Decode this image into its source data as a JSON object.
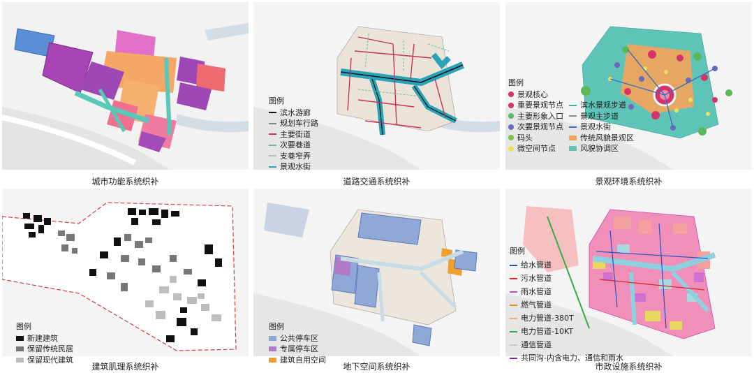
{
  "panels": [
    {
      "caption": "城市功能系统织补"
    },
    {
      "caption": "道路交通系统织补",
      "legend": {
        "title": "图例",
        "items": [
          {
            "label": "滨水游廊",
            "color": "#111111",
            "kind": "line"
          },
          {
            "label": "规划车行路",
            "color": "#888888",
            "kind": "line"
          },
          {
            "label": "主要街道",
            "color": "#c8325a",
            "kind": "line"
          },
          {
            "label": "次要巷道",
            "color": "#6fbf8a",
            "kind": "dash"
          },
          {
            "label": "支巷窄弄",
            "color": "#bbbbbb",
            "kind": "line"
          },
          {
            "label": "景观水街",
            "color": "#2aa3b8",
            "kind": "line"
          }
        ]
      }
    },
    {
      "caption": "景观环境系统织补",
      "legend": {
        "title": "图例",
        "items": [
          {
            "label": "景观核心",
            "color": "#d6336c",
            "kind": "dot"
          },
          {
            "label": "滨水景观步道",
            "color": "#3cb09a",
            "kind": "line"
          },
          {
            "label": "重要景观节点",
            "color": "#d6336c",
            "kind": "dot"
          },
          {
            "label": "景观主步道",
            "color": "#888888",
            "kind": "dash"
          },
          {
            "label": "主要形象入口",
            "color": "#5cb85c",
            "kind": "dot"
          },
          {
            "label": "景观水街",
            "color": "#3a6fc4",
            "kind": "line"
          },
          {
            "label": "次要景观节点",
            "color": "#6a6ab8",
            "kind": "dot"
          },
          {
            "label": "传统风貌景观区",
            "color": "#f5a45a",
            "kind": "box"
          },
          {
            "label": "码头",
            "color": "#7cc24a",
            "kind": "dot"
          },
          {
            "label": "风貌协调区",
            "color": "#5fc4b8",
            "kind": "box"
          },
          {
            "label": "微空间节点",
            "color": "#f0e060",
            "kind": "dot"
          }
        ]
      }
    },
    {
      "caption": "建筑肌理系统织补",
      "legend": {
        "title": "图例",
        "items": [
          {
            "label": "新建建筑",
            "color": "#111111",
            "kind": "box"
          },
          {
            "label": "保留传统民居",
            "color": "#777777",
            "kind": "box"
          },
          {
            "label": "保留现代建筑",
            "color": "#bdbdbd",
            "kind": "box"
          }
        ]
      }
    },
    {
      "caption": "地下空间系统织补",
      "legend": {
        "title": "图例",
        "items": [
          {
            "label": "公共停车区",
            "color": "#8fa8d8",
            "kind": "box"
          },
          {
            "label": "专属停车区",
            "color": "#b07ac8",
            "kind": "box"
          },
          {
            "label": "建筑自用空间",
            "color": "#f0a030",
            "kind": "box"
          }
        ]
      }
    },
    {
      "caption": "市政设施系统织补",
      "legend": {
        "title": "图例",
        "items": [
          {
            "label": "给水管道",
            "color": "#2850c8",
            "kind": "line"
          },
          {
            "label": "污水管道",
            "color": "#d82828",
            "kind": "line"
          },
          {
            "label": "雨水管道",
            "color": "#c84ab4",
            "kind": "line"
          },
          {
            "label": "燃气管道",
            "color": "#e89030",
            "kind": "line"
          },
          {
            "label": "电力管道-380T",
            "color": "#f0b060",
            "kind": "line"
          },
          {
            "label": "电力管道-10KT",
            "color": "#38a848",
            "kind": "line"
          },
          {
            "label": "通信管道",
            "color": "#cccccc",
            "kind": "line"
          },
          {
            "label": "共同沟-内含电力、通信和雨水",
            "color": "#7a2a8a",
            "kind": "line"
          }
        ]
      }
    }
  ]
}
